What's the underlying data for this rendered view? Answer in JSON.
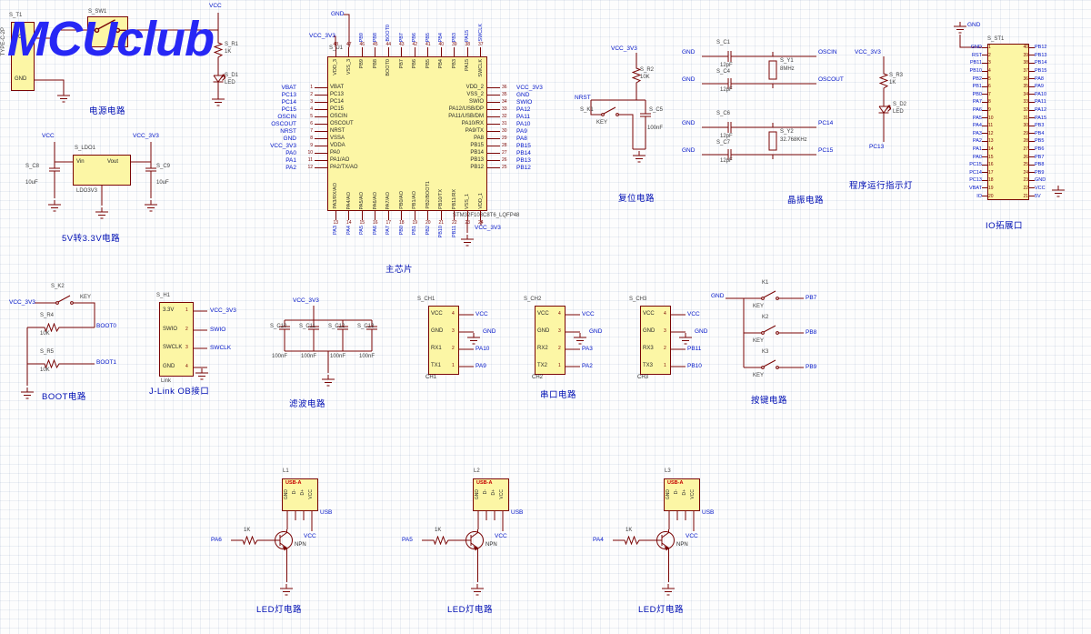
{
  "logo": {
    "text": "MCUclub"
  },
  "power": {
    "title": "电源电路",
    "t1_ref": "S_T1",
    "t1_type": "TYPE-C-2P",
    "t1_pin_vcc": "VCC",
    "t1_pin_gnd": "GND",
    "sw_ref": "S_SW1",
    "vcc_net": "VCC",
    "r_ref": "S_R1",
    "r_val": "1K",
    "d_ref": "S_D1",
    "d_val": "LED"
  },
  "ldo": {
    "title": "5V转3.3V电路",
    "in_net": "VCC",
    "out_net": "VCC_3V3",
    "ref": "S_LDO1",
    "name": "LDO3V3",
    "pin_in": "Vin",
    "pin_out": "Vout",
    "c8_ref": "S_C8",
    "c8_val": "10uF",
    "c9_ref": "S_C9",
    "c9_val": "10uF"
  },
  "chip": {
    "title": "主芯片",
    "ref": "S_U1",
    "part": "STM32F103C8T6_LQFP48",
    "top_gnd": "GND",
    "top_vcc": "VCC_3V3",
    "bottom_vcc": "VCC_3V3",
    "left": [
      {
        "net": "VBAT",
        "num": "1",
        "name": "VBAT"
      },
      {
        "net": "PC13",
        "num": "2",
        "name": "PC13"
      },
      {
        "net": "PC14",
        "num": "3",
        "name": "PC14"
      },
      {
        "net": "PC15",
        "num": "4",
        "name": "PC15"
      },
      {
        "net": "OSCIN",
        "num": "5",
        "name": "OSCIN"
      },
      {
        "net": "OSCOUT",
        "num": "6",
        "name": "OSCOUT"
      },
      {
        "net": "NRST",
        "num": "7",
        "name": "NRST"
      },
      {
        "net": "GND",
        "num": "8",
        "name": "VSSA"
      },
      {
        "net": "VCC_3V3",
        "num": "9",
        "name": "VDDA"
      },
      {
        "net": "PA0",
        "num": "10",
        "name": "PA0"
      },
      {
        "net": "PA1",
        "num": "11",
        "name": "PA1/AO"
      },
      {
        "net": "PA2",
        "num": "12",
        "name": "PA2/TX/AO"
      }
    ],
    "right": [
      {
        "net": "VCC_3V3",
        "num": "36",
        "name": "VDD_2"
      },
      {
        "net": "GND",
        "num": "35",
        "name": "VSS_2"
      },
      {
        "net": "SWIO",
        "num": "34",
        "name": "SWIO"
      },
      {
        "net": "PA12",
        "num": "33",
        "name": "PA12/USB/DP"
      },
      {
        "net": "PA11",
        "num": "32",
        "name": "PA11/USB/DM"
      },
      {
        "net": "PA10",
        "num": "31",
        "name": "PA10/RX"
      },
      {
        "net": "PA9",
        "num": "30",
        "name": "PA9/TX"
      },
      {
        "net": "PA8",
        "num": "29",
        "name": "PA8"
      },
      {
        "net": "PB15",
        "num": "28",
        "name": "PB15"
      },
      {
        "net": "PB14",
        "num": "27",
        "name": "PB14"
      },
      {
        "net": "PB13",
        "num": "26",
        "name": "PB13"
      },
      {
        "net": "PB12",
        "num": "25",
        "name": "PB12"
      }
    ],
    "top": [
      {
        "net": "",
        "num": "48",
        "name": "VDD_3"
      },
      {
        "net": "",
        "num": "47",
        "name": "VSS_3"
      },
      {
        "net": "PB9",
        "num": "46",
        "name": "PB9"
      },
      {
        "net": "PB8",
        "num": "45",
        "name": "PB8"
      },
      {
        "net": "BOOT0",
        "num": "44",
        "name": "BOOT0"
      },
      {
        "net": "PB7",
        "num": "43",
        "name": "PB7"
      },
      {
        "net": "PB6",
        "num": "42",
        "name": "PB6"
      },
      {
        "net": "PB5",
        "num": "41",
        "name": "PB5"
      },
      {
        "net": "PB4",
        "num": "40",
        "name": "PB4"
      },
      {
        "net": "PB3",
        "num": "39",
        "name": "PB3"
      },
      {
        "net": "PA15",
        "num": "38",
        "name": "PA15"
      },
      {
        "net": "SWCLK",
        "num": "37",
        "name": "SWCLK"
      }
    ],
    "bottom": [
      {
        "net": "PA3",
        "num": "13",
        "name": "PA3/RX/AO"
      },
      {
        "net": "PA4",
        "num": "14",
        "name": "PA4/AO"
      },
      {
        "net": "PA5",
        "num": "15",
        "name": "PA5/AO"
      },
      {
        "net": "PA6",
        "num": "16",
        "name": "PA6/AO"
      },
      {
        "net": "PA7",
        "num": "17",
        "name": "PA7/AO"
      },
      {
        "net": "PB0",
        "num": "18",
        "name": "PB0/AO"
      },
      {
        "net": "PB1",
        "num": "19",
        "name": "PB1/AO"
      },
      {
        "net": "PB2",
        "num": "20",
        "name": "PB2/BOOT1"
      },
      {
        "net": "PB10",
        "num": "21",
        "name": "PB10/TX"
      },
      {
        "net": "PB11",
        "num": "22",
        "name": "PB11/RX"
      },
      {
        "net": "",
        "num": "23",
        "name": "VSS_1"
      },
      {
        "net": "",
        "num": "24",
        "name": "VDD_1"
      }
    ]
  },
  "reset": {
    "title": "复位电路",
    "vcc_net": "VCC_3V3",
    "nrst_net": "NRST",
    "r_ref": "S_R2",
    "r_val": "10K",
    "key_ref": "S_K1",
    "key_val": "KEY",
    "c_ref": "S_C5",
    "c_val": "100nF"
  },
  "crystal": {
    "title": "晶振电路",
    "gnd_net": "GND",
    "groups": [
      {
        "c1_ref": "S_C1",
        "c1_val": "12pF",
        "c2_ref": "S_C4",
        "c2_val": "12pF",
        "y_ref": "S_Y1",
        "y_val": "8MHz",
        "net1": "OSCIN",
        "net2": "OSCOUT"
      },
      {
        "c1_ref": "S_C6",
        "c1_val": "12pF",
        "c2_ref": "S_C7",
        "c2_val": "12pF",
        "y_ref": "S_Y2",
        "y_val": "32.768KHz",
        "net1": "PC14",
        "net2": "PC15"
      }
    ]
  },
  "indicator": {
    "title": "程序运行指示灯",
    "vcc_net": "VCC_3V3",
    "r_ref": "S_R3",
    "r_val": "1K",
    "d_ref": "S_D2",
    "d_val": "LED",
    "net": "PC13"
  },
  "io": {
    "title": "IO拓展口",
    "ref": "S_ST1",
    "gnd_net": "GND",
    "rows": [
      {
        "lnet": "GND",
        "lnum": "1",
        "rnum": "40",
        "rnet": "PB12"
      },
      {
        "lnet": "RST",
        "lnum": "2",
        "rnum": "39",
        "rnet": "PB13"
      },
      {
        "lnet": "PB11",
        "lnum": "3",
        "rnum": "38",
        "rnet": "PB14"
      },
      {
        "lnet": "PB10",
        "lnum": "4",
        "rnum": "37",
        "rnet": "PB15"
      },
      {
        "lnet": "PB2",
        "lnum": "5",
        "rnum": "36",
        "rnet": "PA8"
      },
      {
        "lnet": "PB1",
        "lnum": "6",
        "rnum": "35",
        "rnet": "PA9"
      },
      {
        "lnet": "PB0",
        "lnum": "7",
        "rnum": "34",
        "rnet": "PA10"
      },
      {
        "lnet": "PA7",
        "lnum": "8",
        "rnum": "33",
        "rnet": "PA11"
      },
      {
        "lnet": "PA6",
        "lnum": "9",
        "rnum": "32",
        "rnet": "PA12"
      },
      {
        "lnet": "PA5",
        "lnum": "10",
        "rnum": "31",
        "rnet": "PA15"
      },
      {
        "lnet": "PA4",
        "lnum": "11",
        "rnum": "30",
        "rnet": "PB3"
      },
      {
        "lnet": "PA3",
        "lnum": "12",
        "rnum": "29",
        "rnet": "PB4"
      },
      {
        "lnet": "PA2",
        "lnum": "13",
        "rnum": "28",
        "rnet": "PB5"
      },
      {
        "lnet": "PA1",
        "lnum": "14",
        "rnum": "27",
        "rnet": "PB6"
      },
      {
        "lnet": "PA0",
        "lnum": "15",
        "rnum": "26",
        "rnet": "PB7"
      },
      {
        "lnet": "PC15",
        "lnum": "16",
        "rnum": "25",
        "rnet": "PB8"
      },
      {
        "lnet": "PC14",
        "lnum": "17",
        "rnum": "24",
        "rnet": "PB9"
      },
      {
        "lnet": "PC13",
        "lnum": "18",
        "rnum": "23",
        "rnet": "GND"
      },
      {
        "lnet": "VBAT",
        "lnum": "19",
        "rnum": "22",
        "rnet": "VCC"
      },
      {
        "lnet": "IO",
        "lnum": "20",
        "rnum": "21",
        "rnet": "5V"
      }
    ]
  },
  "boot": {
    "title": "BOOT电路",
    "vcc_net": "VCC_3V3",
    "key_ref": "S_K2",
    "key_val": "KEY",
    "r4_ref": "S_R4",
    "r4_val": "10K",
    "net0": "BOOT0",
    "r5_ref": "S_R5",
    "r5_val": "10K",
    "net1": "BOOT1"
  },
  "jlink": {
    "title": "J-Link OB接口",
    "ref": "S_H1",
    "bottom_label": "Link",
    "rows": [
      {
        "name": "3.3V",
        "num": "1",
        "net": "VCC_3V3"
      },
      {
        "name": "SWIO",
        "num": "2",
        "net": "SWIO"
      },
      {
        "name": "SWCLK",
        "num": "3",
        "net": "SWCLK"
      },
      {
        "name": "GND",
        "num": "4",
        "net": "GND"
      }
    ]
  },
  "filter": {
    "title": "滤波电路",
    "vcc_net": "VCC_3V3",
    "caps": [
      {
        "ref": "S_C10",
        "val": "100nF"
      },
      {
        "ref": "S_C11",
        "val": "100nF"
      },
      {
        "ref": "S_C12",
        "val": "100nF"
      },
      {
        "ref": "S_C13",
        "val": "100nF"
      }
    ]
  },
  "serial": {
    "title": "串口电路",
    "groups": [
      {
        "ref": "S_CH1",
        "name": "CH1",
        "gnd_text": "GND",
        "pins": [
          {
            "pname": "VCC",
            "num": "4",
            "net": "VCC"
          },
          {
            "pname": "GND",
            "num": "3",
            "net": "GND"
          },
          {
            "pname": "RX1",
            "num": "2",
            "net": "PA10"
          },
          {
            "pname": "TX1",
            "num": "1",
            "net": "PA9"
          }
        ]
      },
      {
        "ref": "S_CH2",
        "name": "CH2",
        "gnd_text": "GND",
        "pins": [
          {
            "pname": "VCC",
            "num": "4",
            "net": "VCC"
          },
          {
            "pname": "GND",
            "num": "3",
            "net": "GND"
          },
          {
            "pname": "RX2",
            "num": "2",
            "net": "PA3"
          },
          {
            "pname": "TX2",
            "num": "1",
            "net": "PA2"
          }
        ]
      },
      {
        "ref": "S_CH3",
        "name": "CH3",
        "gnd_text": "GND",
        "pins": [
          {
            "pname": "VCC",
            "num": "4",
            "net": "VCC"
          },
          {
            "pname": "GND",
            "num": "3",
            "net": "GND"
          },
          {
            "pname": "RX3",
            "num": "2",
            "net": "PB11"
          },
          {
            "pname": "TX3",
            "num": "1",
            "net": "PB10"
          }
        ]
      }
    ]
  },
  "keys": {
    "title": "按键电路",
    "gnd_net": "GND",
    "items": [
      {
        "ref": "K1",
        "val": "KEY",
        "net": "PB7"
      },
      {
        "ref": "K2",
        "val": "KEY",
        "net": "PB8"
      },
      {
        "ref": "K3",
        "val": "KEY",
        "net": "PB9"
      }
    ]
  },
  "leds": {
    "groups": [
      {
        "title": "LED灯电路",
        "ref": "L1",
        "conn": "USB-A",
        "pins": [
          "GND",
          "D-",
          "D+",
          "VCC"
        ],
        "usb_net": "USB",
        "vcc_net": "VCC",
        "in_net": "PA6",
        "r_val": "1K",
        "q_label": "NPN"
      },
      {
        "title": "LED灯电路",
        "ref": "L2",
        "conn": "USB-A",
        "pins": [
          "GND",
          "D-",
          "D+",
          "VCC"
        ],
        "usb_net": "USB",
        "vcc_net": "VCC",
        "in_net": "PA5",
        "r_val": "1K",
        "q_label": "NPN"
      },
      {
        "title": "LED灯电路",
        "ref": "L3",
        "conn": "USB-A",
        "pins": [
          "GND",
          "D-",
          "D+",
          "VCC"
        ],
        "usb_net": "USB",
        "vcc_net": "VCC",
        "in_net": "PA4",
        "r_val": "1K",
        "q_label": "NPN"
      }
    ]
  }
}
